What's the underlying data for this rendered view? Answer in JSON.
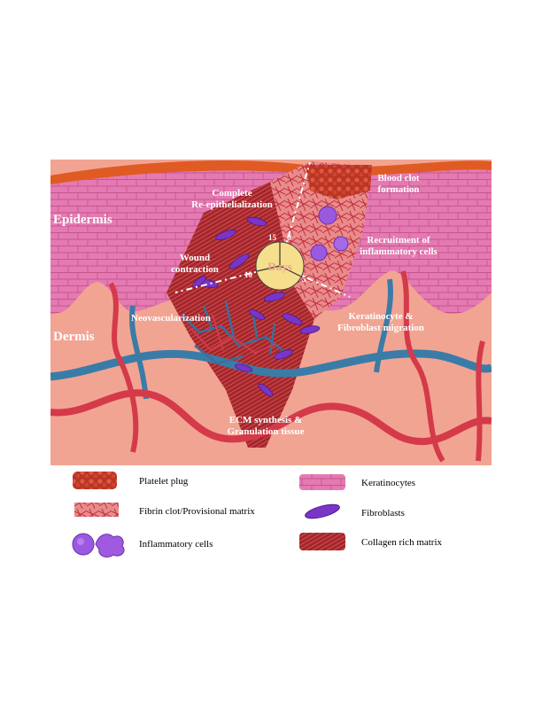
{
  "figure": {
    "layers": {
      "epidermis": "Epidermis",
      "dermis": "Dermis"
    },
    "annotations": {
      "complete_reep_1": "Complete",
      "complete_reep_2": "Re-epithelialization",
      "blood_clot_1": "Blood clot",
      "blood_clot_2": "formation",
      "recruitment_1": "Recruitment of",
      "recruitment_2": "inflammatory cells",
      "wound_1": "Wound",
      "wound_2": "contraction",
      "neovasc": "Neovascularization",
      "kerat_1": "Keratinocyte &",
      "kerat_2": "Fibroblast migration",
      "ecm_1": "ECM synthesis &",
      "ecm_2": "Granulation tissue"
    },
    "clock": {
      "label": "Days",
      "t0": "0",
      "t5": "5",
      "t10": "10",
      "t15": "15"
    }
  },
  "legend": {
    "items": [
      {
        "label": "Platelet plug",
        "icon": "platelet-plug-icon"
      },
      {
        "label": "Keratinocytes",
        "icon": "keratinocytes-icon"
      },
      {
        "label": "Fibrin clot/Provisional matrix",
        "icon": "fibrin-clot-icon"
      },
      {
        "label": "Fibroblasts",
        "icon": "fibroblast-icon"
      },
      {
        "label": "Inflammatory cells",
        "icon": "inflammatory-cells-icon"
      },
      {
        "label": "Collagen rich matrix",
        "icon": "collagen-matrix-icon"
      }
    ]
  },
  "colors": {
    "epidermis": "#e878b0",
    "dermis": "#f2a492",
    "clot_surface": "#e05a24",
    "vein": "#3a7ca8",
    "artery": "#d43a4a",
    "fibroblast": "#7a35c8",
    "collagen": "#a0282a",
    "clock_face": "#f6df8c"
  }
}
